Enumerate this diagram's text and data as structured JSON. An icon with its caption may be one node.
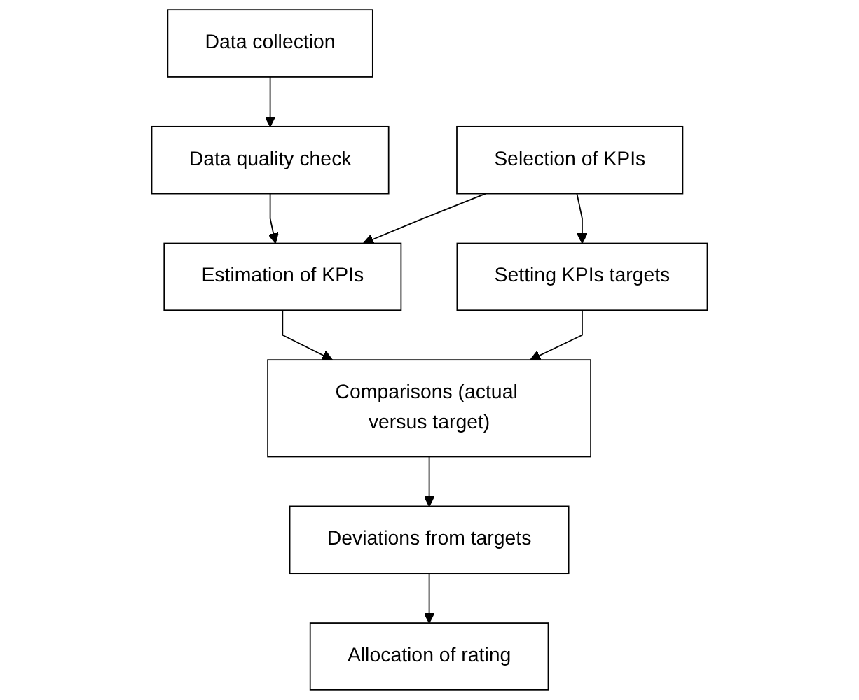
{
  "diagram": {
    "nodes": [
      {
        "text": [
          "Data collection"
        ]
      },
      {
        "text": [
          "Data quality check"
        ]
      },
      {
        "text": [
          "Selection of KPIs"
        ]
      },
      {
        "text": [
          "Estimation of KPIs"
        ]
      },
      {
        "text": [
          "Setting KPIs targets"
        ]
      },
      {
        "text": [
          "Comparisons (actual versus target)"
        ]
      },
      {
        "text": [
          "Deviations from targets"
        ]
      },
      {
        "text": [
          "Allocation of rating"
        ]
      }
    ],
    "edges": [
      {
        "from": 0,
        "to": 1,
        "arrow": "to"
      },
      {
        "from": 1,
        "to": 3,
        "arrow": "to"
      },
      {
        "from": 2,
        "to": 3,
        "arrow": "to"
      },
      {
        "from": 2,
        "to": 4,
        "arrow": "to"
      },
      {
        "from": 3,
        "to": 5,
        "arrow": "to"
      },
      {
        "from": 4,
        "to": 5,
        "arrow": "to"
      },
      {
        "from": 5,
        "to": 6,
        "arrow": "to"
      },
      {
        "from": 6,
        "to": 7,
        "arrow": "to"
      }
    ]
  }
}
